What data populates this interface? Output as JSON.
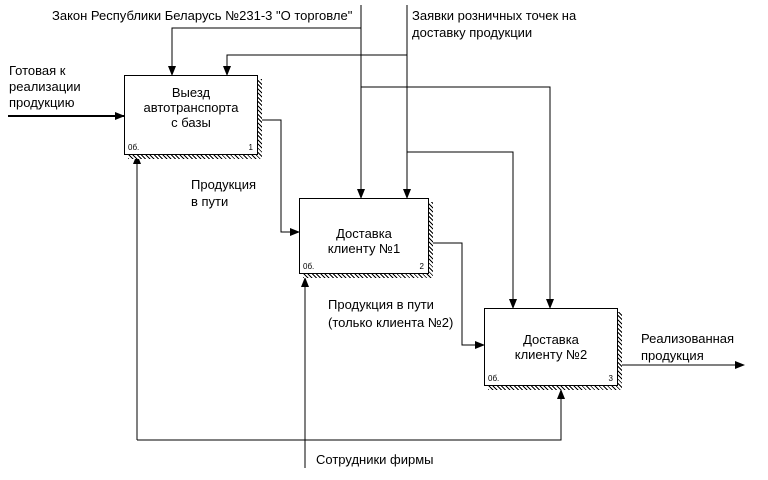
{
  "diagram": {
    "activities": [
      {
        "title": "Выезд\nавтотранспорта\nс базы",
        "code": "0б.",
        "number": "1"
      },
      {
        "title": "Доставка\nклиенту №1",
        "code": "0б.",
        "number": "2"
      },
      {
        "title": "Доставка\nклиенту №2",
        "code": "0б.",
        "number": "3"
      }
    ],
    "labels": {
      "law": "Закон Республики Беларусь №231-3 \"О торговле\"",
      "orders": "Заявки розничных точек на\nдоставку продукции",
      "input": "Готовая к\nреализации\nпродукцию",
      "transit": "Продукция\nв пути",
      "transit2": "Продукция в пути\n(только клиента №2)",
      "output": "Реализованная\nпродукция",
      "staff": "Сотрудники фирмы"
    }
  }
}
